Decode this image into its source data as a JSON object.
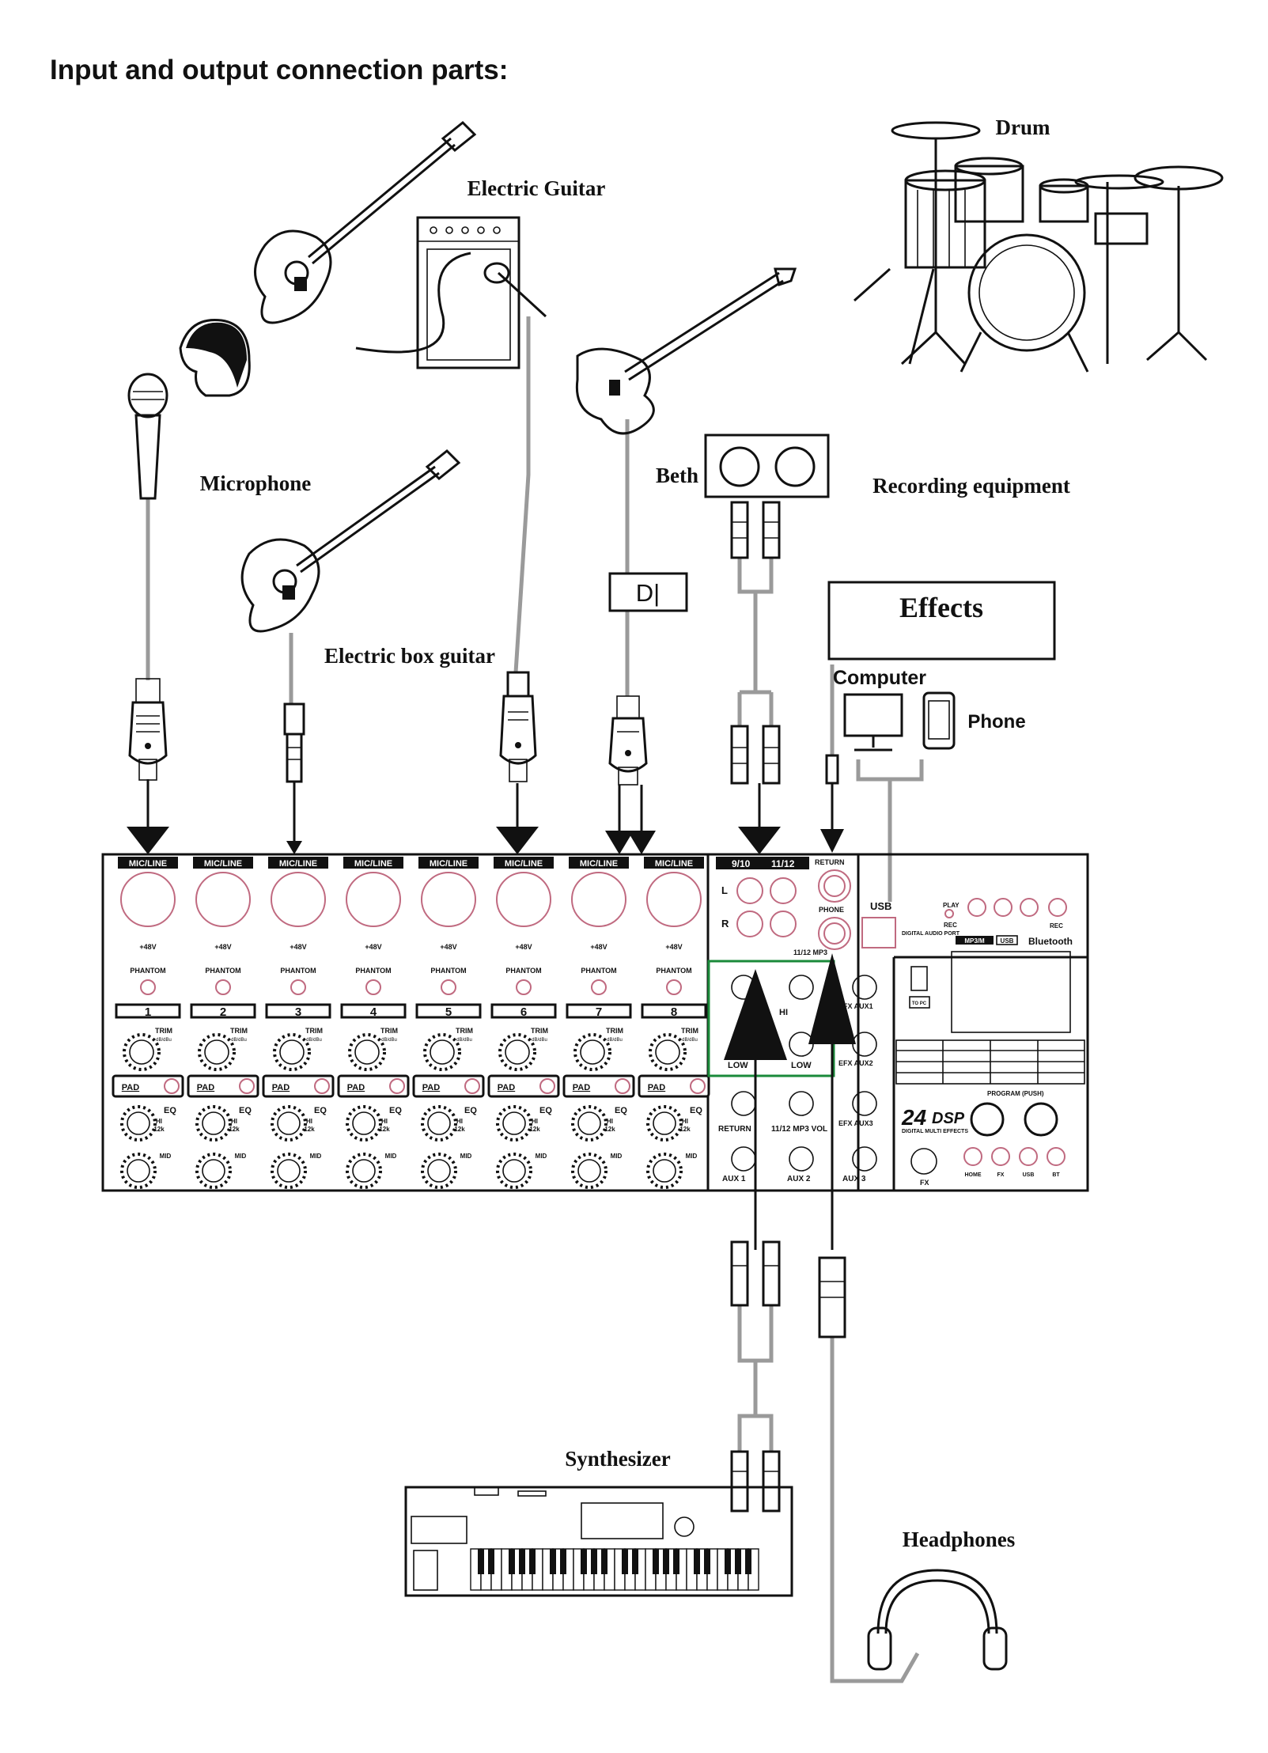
{
  "title": "Input and output connection parts:",
  "devices": {
    "drum": "Drum",
    "electric_guitar": "Electric Guitar",
    "microphone": "Microphone",
    "beth": "Beth",
    "recording_equipment": "Recording equipment",
    "di": "D|",
    "effects": "Effects",
    "computer": "Computer",
    "phone": "Phone",
    "electric_box_guitar": "Electric box guitar",
    "synthesizer": "Synthesizer",
    "headphones": "Headphones"
  },
  "mixer": {
    "channels": [
      {
        "number": "1",
        "input": "MIC/LINE",
        "phantom_voltage": "+48V",
        "phantom": "PHANTOM",
        "trim": "TRIM",
        "pad": "PAD",
        "eq": "EQ",
        "hi": "HI",
        "hi_freq": "12k",
        "mid": "MID"
      },
      {
        "number": "2",
        "input": "MIC/LINE",
        "phantom_voltage": "+48V",
        "phantom": "PHANTOM",
        "trim": "TRIM",
        "pad": "PAD",
        "eq": "EQ",
        "hi": "HI",
        "hi_freq": "12k",
        "mid": "MID"
      },
      {
        "number": "3",
        "input": "MIC/LINE",
        "phantom_voltage": "+48V",
        "phantom": "PHANTOM",
        "trim": "TRIM",
        "pad": "PAD",
        "eq": "EQ",
        "hi": "HI",
        "hi_freq": "12k",
        "mid": "MID"
      },
      {
        "number": "4",
        "input": "MIC/LINE",
        "phantom_voltage": "+48V",
        "phantom": "PHANTOM",
        "trim": "TRIM",
        "pad": "PAD",
        "eq": "EQ",
        "hi": "HI",
        "hi_freq": "12k",
        "mid": "MID"
      },
      {
        "number": "5",
        "input": "MIC/LINE",
        "phantom_voltage": "+48V",
        "phantom": "PHANTOM",
        "trim": "TRIM",
        "pad": "PAD",
        "eq": "EQ",
        "hi": "HI",
        "hi_freq": "12k",
        "mid": "MID"
      },
      {
        "number": "6",
        "input": "MIC/LINE",
        "phantom_voltage": "+48V",
        "phantom": "PHANTOM",
        "trim": "TRIM",
        "pad": "PAD",
        "eq": "EQ",
        "hi": "HI",
        "hi_freq": "12k",
        "mid": "MID"
      },
      {
        "number": "7",
        "input": "MIC/LINE",
        "phantom_voltage": "+48V",
        "phantom": "PHANTOM",
        "trim": "TRIM",
        "pad": "PAD",
        "eq": "EQ",
        "hi": "HI",
        "hi_freq": "12k",
        "mid": "MID"
      },
      {
        "number": "8",
        "input": "MIC/LINE",
        "phantom_voltage": "+48V",
        "phantom": "PHANTOM",
        "trim": "TRIM",
        "pad": "PAD",
        "eq": "EQ",
        "hi": "HI",
        "hi_freq": "12k",
        "mid": "MID"
      }
    ],
    "trim_range": "dB/dBu",
    "stereo": {
      "ch_9_10": "9/10",
      "ch_11_12": "11/12",
      "left": "L",
      "right": "R",
      "hi": "HI",
      "low": "LOW",
      "return": "RETURN",
      "mp3_vol": "11/12 MP3 VOL",
      "aux1": "AUX 1",
      "aux2": "AUX 2",
      "aux3": "AUX 3",
      "efx_aux1": "EFX AUX1",
      "efx_aux2": "EFX AUX2",
      "efx_aux3": "EFX AUX3"
    },
    "master": {
      "return": "RETURN",
      "phone": "PHONE",
      "mp3_switch": "11/12 MP3",
      "usb": "USB",
      "digital_audio_port": "DIGITAL AUDIO PORT",
      "play": "PLAY",
      "rec": "REC",
      "rec_btn": "REC",
      "bluetooth": "Bluetooth",
      "mp3_badge": "MP3/M",
      "usb_badge": "USB",
      "to_pc": "TO PC",
      "program": "PROGRAM (PUSH)",
      "dsp_number": "24",
      "dsp_word": "DSP",
      "dsp_subtitle": "DIGITAL MULTI EFFECTS",
      "fx": "FX",
      "home": "HOME",
      "fx_btn": "FX",
      "usb_btn": "USB",
      "bt": "BT"
    }
  }
}
